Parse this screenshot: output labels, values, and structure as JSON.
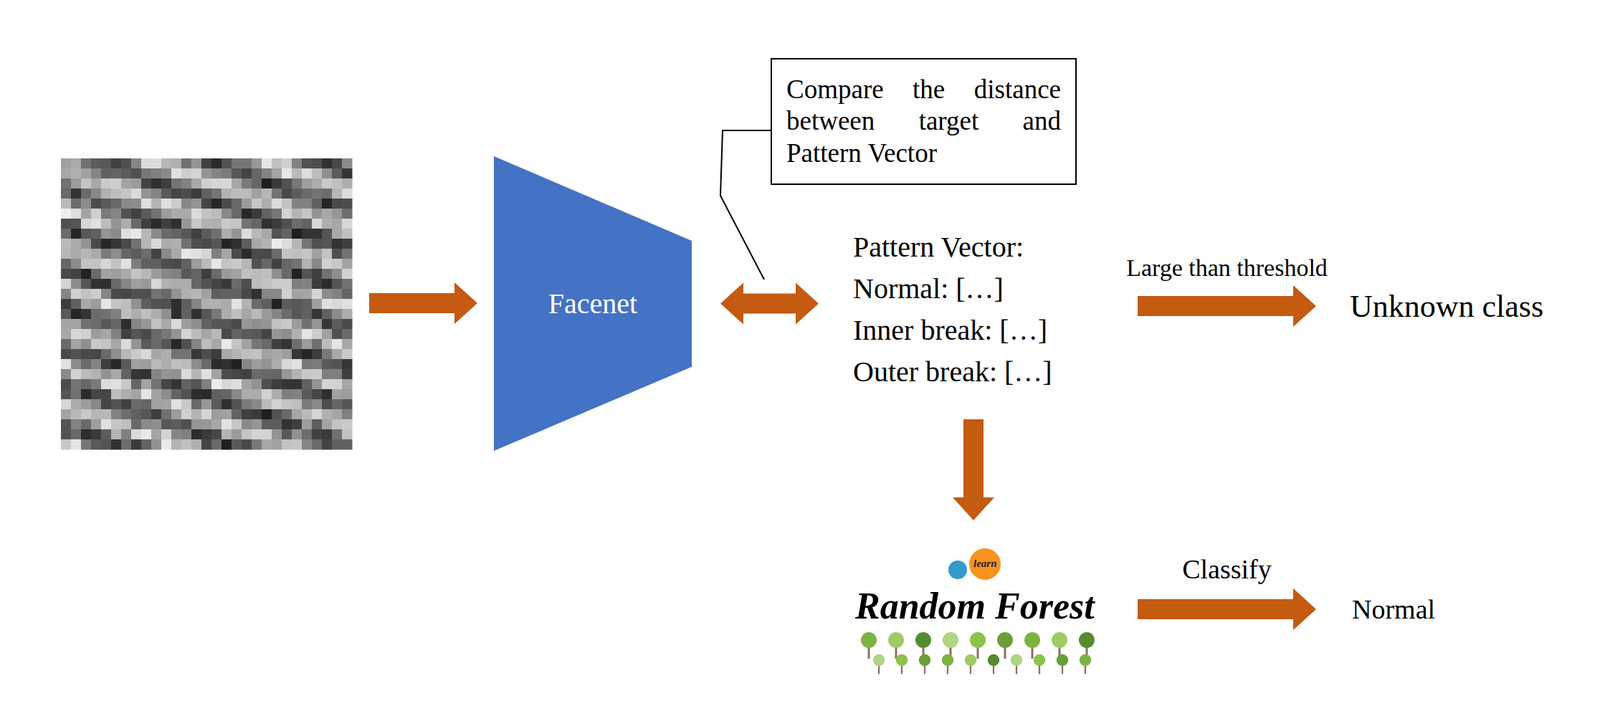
{
  "diagram": {
    "nodes": [
      {
        "text": [
          "Compare the distance between target and Pattern Vector"
        ]
      },
      {
        "text": [
          "Facenet"
        ]
      },
      {
        "text": [
          "Pattern Vector:",
          "Normal: […]",
          "Inner break: […]",
          "Outer break: […]"
        ]
      },
      {
        "text": [
          "Unknown class"
        ]
      },
      {
        "text": [
          "learn",
          "Random Forest"
        ]
      },
      {
        "text": [
          "Normal"
        ]
      }
    ],
    "edges": [
      {
        "from": 1,
        "to": 2,
        "arrow": "both"
      },
      {
        "from": 2,
        "to": 3,
        "arrow": "to",
        "label": "Large than threshold"
      },
      {
        "from": 2,
        "to": 4,
        "arrow": "to"
      },
      {
        "from": 4,
        "to": 5,
        "arrow": "to",
        "label": "Classify"
      }
    ]
  }
}
